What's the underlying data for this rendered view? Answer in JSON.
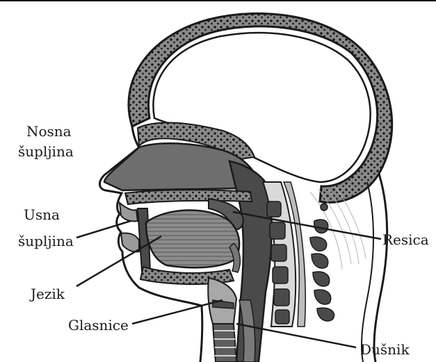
{
  "labels": {
    "nasal_line1": "Nosna",
    "nasal_line2": "šupljina",
    "oral_line1": "Usna",
    "oral_line2": "šupljina",
    "tongue": "Jezik",
    "vocal_cords": "Glasnice",
    "uvula": "Resica",
    "trachea": "Dušnik"
  },
  "colors": {
    "outline": "#1a1a1a",
    "tissue_dark": "#4a4a4a",
    "tissue_mid": "#777777",
    "tissue_light": "#a8a8a8",
    "bone": "#e6e6e6"
  }
}
